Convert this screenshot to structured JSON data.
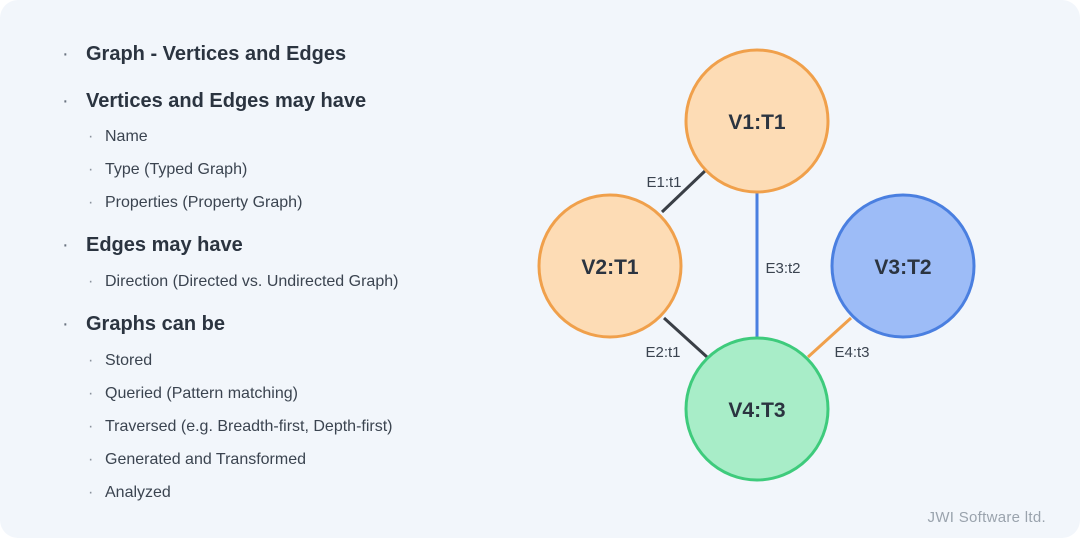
{
  "bullets": [
    {
      "text": "Graph - Vertices and Edges",
      "subs": []
    },
    {
      "text": "Vertices and Edges may have",
      "subs": [
        "Name",
        "Type (Typed Graph)",
        "Properties (Property Graph)"
      ]
    },
    {
      "text": "Edges may have",
      "subs": [
        "Direction (Directed vs. Undirected Graph)"
      ]
    },
    {
      "text": "Graphs can be",
      "subs": [
        "Stored",
        "Queried (Pattern matching)",
        "Traversed (e.g. Breadth-first, Depth-first)",
        "Generated and Transformed",
        "Analyzed"
      ]
    }
  ],
  "graph": {
    "nodes": [
      {
        "id": "V1",
        "label": "V1:T1",
        "fill": "#fddcb5",
        "stroke": "#f0a04b"
      },
      {
        "id": "V2",
        "label": "V2:T1",
        "fill": "#fddcb5",
        "stroke": "#f0a04b"
      },
      {
        "id": "V3",
        "label": "V3:T2",
        "fill": "#9dbcf7",
        "stroke": "#4a7fe0"
      },
      {
        "id": "V4",
        "label": "V4:T3",
        "fill": "#a8edc8",
        "stroke": "#3ecb7c"
      }
    ],
    "edges": [
      {
        "from": "V1",
        "to": "V2",
        "label": "E1:t1",
        "color": "#3a3f46"
      },
      {
        "from": "V1",
        "to": "V4",
        "label": "E3:t2",
        "color": "#4a7fe0"
      },
      {
        "from": "V2",
        "to": "V4",
        "label": "E2:t1",
        "color": "#3a3f46"
      },
      {
        "from": "V3",
        "to": "V4",
        "label": "E4:t3",
        "color": "#f0a04b"
      }
    ]
  },
  "footer": "JWI Software ltd."
}
